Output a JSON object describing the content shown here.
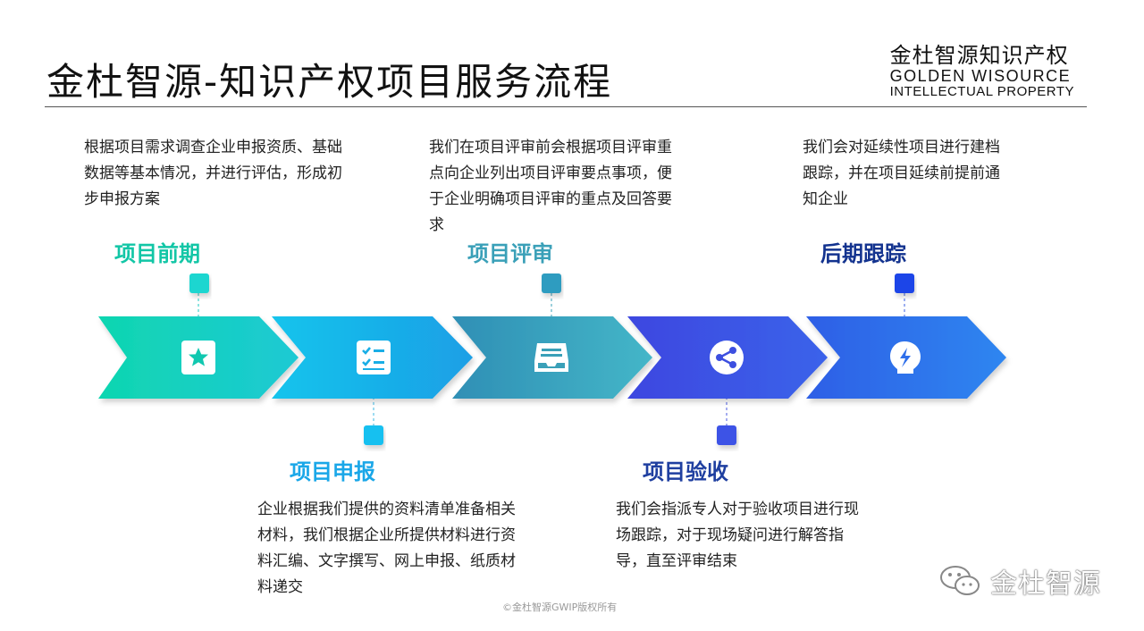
{
  "header": {
    "title": "金杜智源-知识产权项目服务流程",
    "logo_cn": "金杜智源知识产权",
    "logo_en_1": "GOLDEN WISOURCE",
    "logo_en_2": "INTELLECTUAL PROPERTY"
  },
  "steps": [
    {
      "name": "项目前期",
      "color": "#12C6A6",
      "description": "根据项目需求调查企业申报资质、基础数据等基本情况，并进行评估，形成初步申报方案",
      "icon": "star-icon"
    },
    {
      "name": "项目申报",
      "color": "#1AA7E8",
      "description": "企业根据我们提供的资料清单准备相关材料，我们根据企业所提供材料进行资料汇编、文字撰写、网上申报、纸质材料递交",
      "icon": "checklist-icon"
    },
    {
      "name": "项目评审",
      "color": "#3AA0B8",
      "description": "我们在项目评审前会根据项目评审重点向企业列出项目评审要点事项，便于企业明确项目评审的重点及回答要求",
      "icon": "inbox-icon"
    },
    {
      "name": "项目验收",
      "color": "#1F3FA0",
      "description": "我们会指派专人对于验收项目进行现场跟踪，对于现场疑问进行解答指导，直至评审结束",
      "icon": "share-icon"
    },
    {
      "name": "后期跟踪",
      "color": "#13338F",
      "description": "我们会对延续性项目进行建档跟踪，并在项目延续前提前通知企业",
      "icon": "lightbulb-icon"
    }
  ],
  "footer": {
    "copyright": "©金杜智源GWIP版权所有",
    "wechat_label": "金杜智源",
    "wechat_icon": "wechat-icon"
  }
}
